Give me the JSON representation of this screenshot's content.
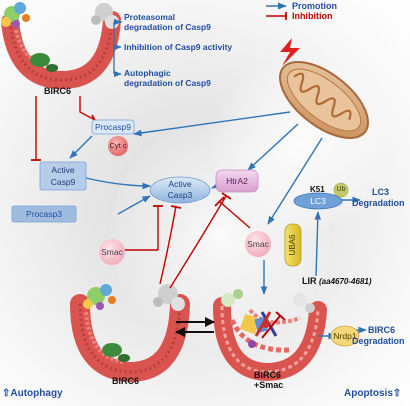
{
  "legend": {
    "promotion": "Promotion",
    "inhibition": "Inhibition"
  },
  "functions": {
    "item1_line1": "Proteasomal",
    "item1_line2": "degradation of Casp9",
    "item2": "Inhibition of Casp9 activity",
    "item3_line1": "Autophagic",
    "item3_line2": "degradation of Casp9"
  },
  "nodes": {
    "birc6_top": "BIRC6",
    "procasp9": "Procasp9",
    "cytc": "Cyt c",
    "active_casp9_l1": "Active",
    "active_casp9_l2": "Casp9",
    "procasp3": "Procasp3",
    "active_casp3_l1": "Active",
    "active_casp3_l2": "Casp3",
    "smac_left": "Smac",
    "htra2": "HtrA2",
    "smac_right": "Smac",
    "birc6_bottom": "BIRC6",
    "complex_l1": "BIRC6",
    "complex_l2": "+Smac",
    "k51": "K51",
    "ub": "Ub",
    "lc3": "LC3",
    "lc3_deg_l1": "LC3",
    "lc3_deg_l2": "Degradation",
    "uba6": "UBA6",
    "lir_prefix": "LIR",
    "lir_range": "(aa4670-4681)",
    "nrdp1": "Nrdp1",
    "birc6_deg_l1": "BIRC6",
    "birc6_deg_l2": "Degradation"
  },
  "footer": {
    "autophagy_arrow": "⇧",
    "autophagy": "Autophagy",
    "apoptosis": "Apoptosis",
    "apoptosis_arrow": "⇧"
  },
  "colors": {
    "promotion": "#2e75b6",
    "inhibition": "#c00000",
    "text_blue": "#1f4e9e"
  }
}
